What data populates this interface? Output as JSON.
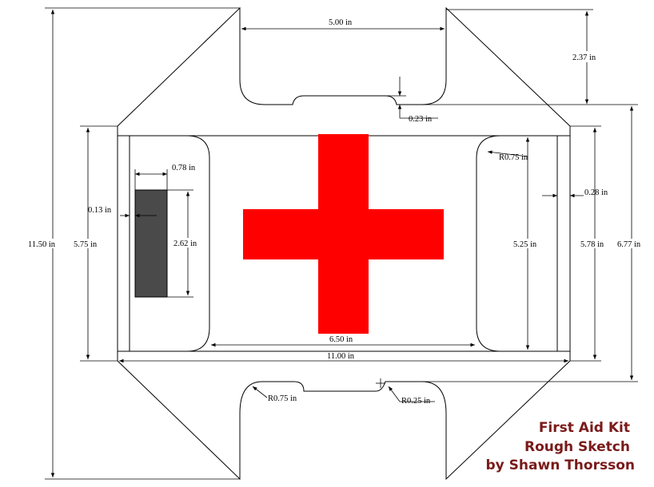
{
  "colors": {
    "cross": "#ff0000",
    "strap_slot": "#4a4a4a",
    "outline": "#000000",
    "title": "#7a1a1a"
  },
  "title_block": {
    "line1": "First Aid Kit",
    "line2": "Rough Sketch",
    "line3": "by Shawn Thorsson"
  },
  "dimensions": {
    "top_flap_width": "5.00 in",
    "top_flap_height": "2.37 in",
    "notch_depth": "0.23 in",
    "side_flap_radius": "R0.75 in",
    "slot_width": "0.78 in",
    "slot_offset": "0.13 in",
    "slot_height": "2.62 in",
    "right_inset": "0.28 in",
    "overall_height": "11.50 in",
    "left_panel_height": "5.75 in",
    "inner_height": "5.25 in",
    "right_panel_height": "5.78 in",
    "side_total_height": "6.77 in",
    "inner_width": "6.50 in",
    "overall_width": "11.00 in",
    "bottom_radius_large": "R0.75 in",
    "bottom_radius_small": "R0.25 in"
  }
}
